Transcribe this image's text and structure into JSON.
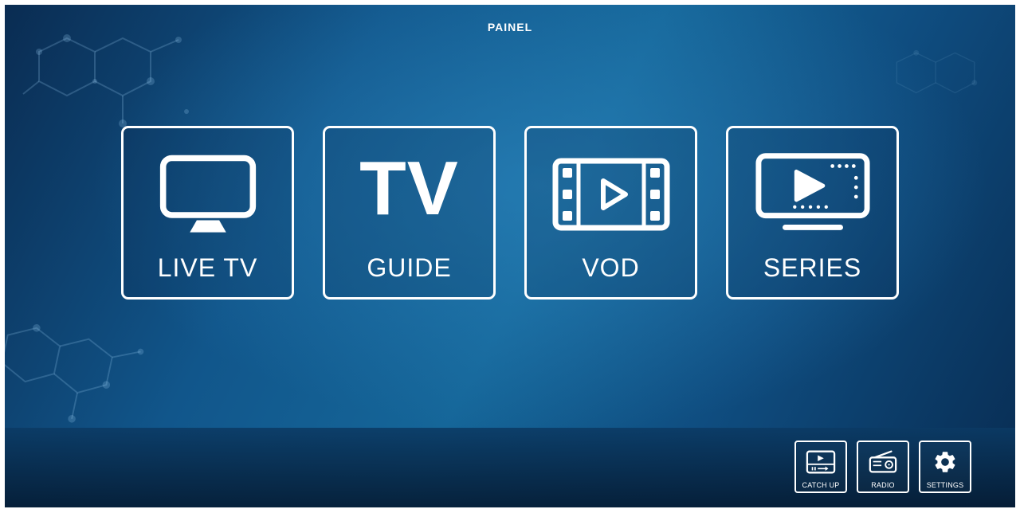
{
  "app": {
    "title": "PAINEL"
  },
  "tiles": [
    {
      "id": "live-tv",
      "label": "LIVE TV",
      "icon": "monitor-icon"
    },
    {
      "id": "guide",
      "label": "GUIDE",
      "icon": "tv-text-icon",
      "icon_text": "TV"
    },
    {
      "id": "vod",
      "label": "VOD",
      "icon": "filmstrip-play-icon"
    },
    {
      "id": "series",
      "label": "SERIES",
      "icon": "tv-play-icon"
    }
  ],
  "bottom_bar": {
    "buttons": [
      {
        "id": "catch-up",
        "label": "CATCH UP",
        "icon": "catch-up-icon"
      },
      {
        "id": "radio",
        "label": "RADIO",
        "icon": "radio-icon"
      },
      {
        "id": "settings",
        "label": "SETTINGS",
        "icon": "gear-icon"
      }
    ]
  },
  "colors": {
    "background_center": "#1d76af",
    "background_edge": "#092f56",
    "bottom_bar": "#0a3560",
    "tile_border": "#ffffff",
    "foreground": "#ffffff"
  }
}
